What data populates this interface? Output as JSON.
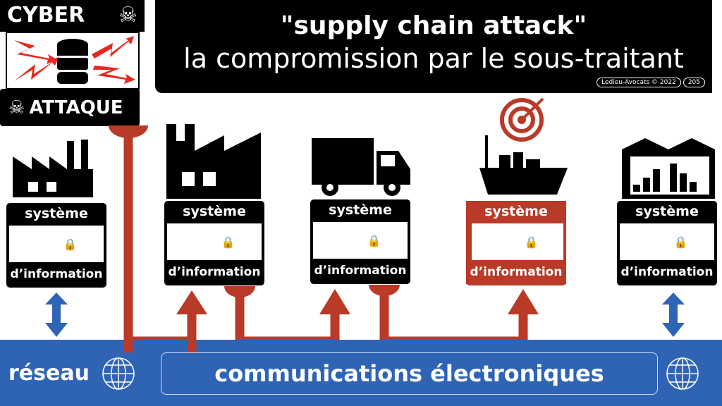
{
  "logo": {
    "top": "CYBER",
    "bottom": "ATTAQUE"
  },
  "title": {
    "line1": "\"supply chain attack\"",
    "line2": "la compromission par le sous-traitant"
  },
  "credit": {
    "author": "Ledieu-Avocats © 2022",
    "page": "205"
  },
  "systems": [
    {
      "line1": "système",
      "line2": "d’information",
      "entity": "factory-small"
    },
    {
      "line1": "système",
      "line2": "d’information",
      "entity": "factory"
    },
    {
      "line1": "système",
      "line2": "d’information",
      "entity": "truck"
    },
    {
      "line1": "système",
      "line2": "d’information",
      "entity": "ship-target",
      "compromised": true
    },
    {
      "line1": "système",
      "line2": "d’information",
      "entity": "warehouse"
    }
  ],
  "network": {
    "label": "réseau",
    "main": "communications électroniques"
  },
  "colors": {
    "attack": "#b83a27",
    "network": "#2f64b5"
  }
}
